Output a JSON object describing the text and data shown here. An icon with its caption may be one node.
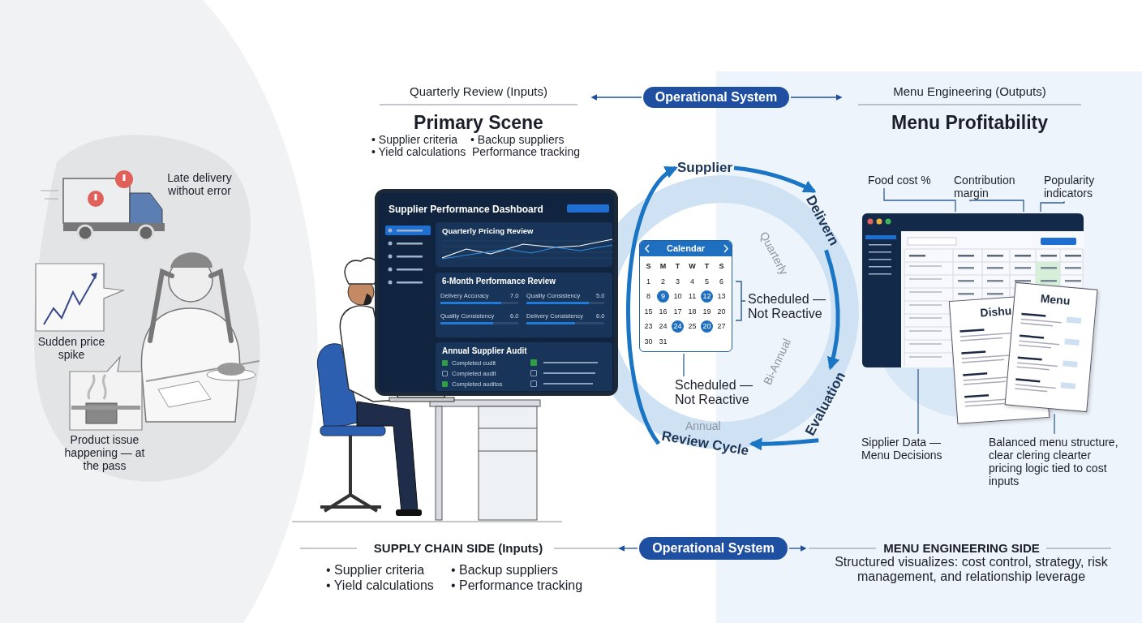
{
  "diagram": {
    "nodes": [
      {
        "text": [
          "Operational System"
        ]
      },
      {
        "text": [
          "Supplier Performance Dashboard"
        ]
      },
      {
        "text": [
          "Quarterly Pricing Review"
        ],
        "in": 1
      },
      {
        "text": [
          "6-Month Performance Review",
          "Delivery Accoracy",
          "7.0",
          "Quality Consistency",
          "5.0",
          "Quality Consistency",
          "6.0",
          "Delivery Consistency",
          "6.0"
        ],
        "in": 1
      },
      {
        "text": [
          "Annual Supplier Audit",
          "Completed cudit",
          "Compieted audit",
          "Completed auditos"
        ],
        "in": 1
      },
      {
        "text": [
          "Calendar",
          "S",
          "M",
          "T",
          "W",
          "T",
          "S",
          "1",
          "2",
          "3",
          "4",
          "5",
          "6",
          "8",
          "9",
          "10",
          "11",
          "12",
          "13",
          "15",
          "16",
          "17",
          "18",
          "19",
          "20",
          "23",
          "24",
          "24",
          "25",
          "20",
          "27",
          "30",
          "31"
        ]
      },
      {
        "text": [
          "Scheduled — Not Reactive"
        ]
      },
      {
        "text": [
          "Supplier"
        ]
      },
      {
        "text": [
          "Delivern"
        ]
      },
      {
        "text": [
          "Evaluation"
        ]
      },
      {
        "text": [
          "Review Cycle"
        ]
      },
      {
        "text": [],
        "shape": "picture"
      },
      {
        "text": [
          "Dishu"
        ]
      },
      {
        "text": [
          "Menu"
        ]
      },
      {
        "text": [
          "Food cost %"
        ]
      },
      {
        "text": [
          "Contribution margin"
        ]
      },
      {
        "text": [
          "Popularity indicators"
        ]
      },
      {
        "text": [
          "Sipplier Data — Menu Decisions"
        ]
      },
      {
        "text": [
          "Balanced menu structure, clear clering clearter pricing logic tied to cost inputs"
        ]
      },
      {
        "text": [
          "Operational System"
        ]
      }
    ],
    "edges": [
      {
        "from": 0,
        "to": null,
        "arrow": "to"
      },
      {
        "from": 0,
        "to": null,
        "arrow": "to"
      },
      {
        "from": 7,
        "to": 8,
        "arrow": "to",
        "style": "thick",
        "color": "#1b75c5"
      },
      {
        "from": 8,
        "to": 9,
        "arrow": "to",
        "style": "thick",
        "color": "#1b75c5"
      },
      {
        "from": 9,
        "to": 10,
        "arrow": "to",
        "style": "thick",
        "color": "#1b75c5"
      },
      {
        "from": 10,
        "to": 7,
        "arrow": "to",
        "style": "thick",
        "color": "#1b75c5"
      },
      {
        "from": 5,
        "to": 6,
        "arrow": "none"
      },
      {
        "from": 14,
        "to": 11,
        "arrow": "none"
      },
      {
        "from": 15,
        "to": 11,
        "arrow": "none"
      },
      {
        "from": 16,
        "to": 11,
        "arrow": "none"
      },
      {
        "from": 17,
        "to": 11,
        "arrow": "none"
      },
      {
        "from": 18,
        "to": 13,
        "arrow": "none"
      },
      {
        "from": 19,
        "to": null,
        "arrow": "to"
      },
      {
        "from": 19,
        "to": null,
        "arrow": "to"
      }
    ],
    "labels": [
      "Quarterly Review (Inputs)",
      "Primary Scene",
      "• Supplier criteria",
      "• Backup suppliers",
      "• Yield calculations",
      "Performance tracking",
      "Menu Engineering (Outputs)",
      "Menu Profitability",
      "Late delivery without error",
      "Sudden price spike",
      "Product issue happening — at the pass",
      "Scheduled — Not Reactive",
      "Quarterly",
      "Bi-Annual",
      "Annual",
      "SUPPLY CHAIN SIDE (Inputs)",
      "• Supplier criteria",
      "• Backup suppliers",
      "• Yield calculations",
      "• Performance tracking",
      "MENU ENGINEERING SIDE",
      "Structured visualizes: cost control, strategy, risk management, and relationship leverage"
    ]
  }
}
